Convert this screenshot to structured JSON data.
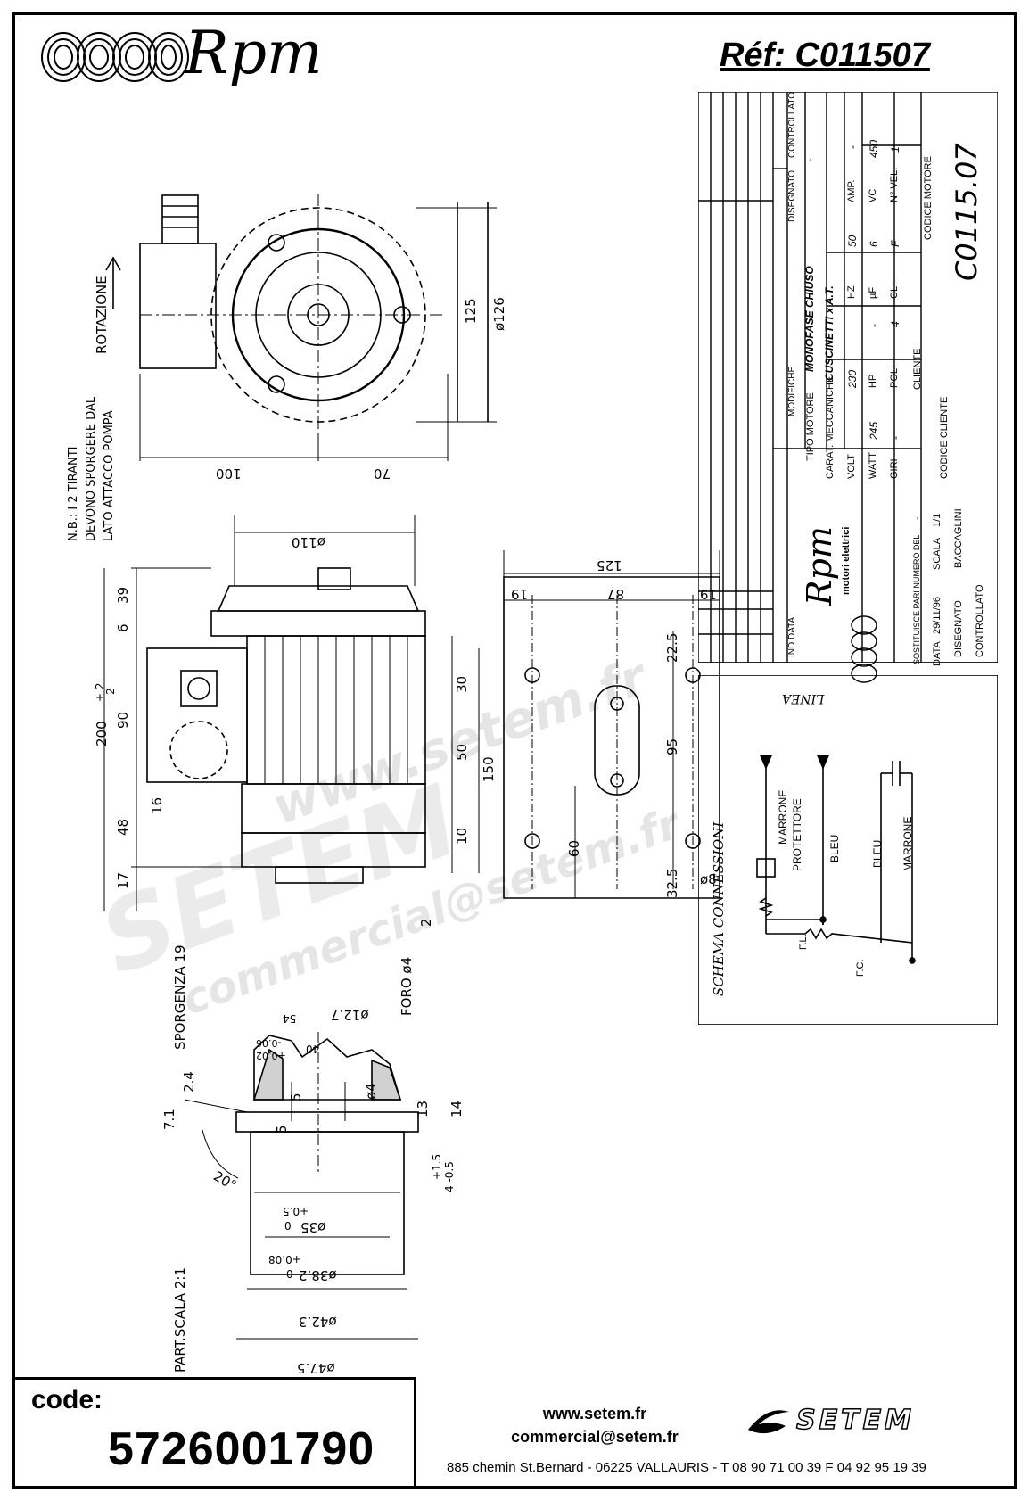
{
  "header": {
    "brand": "Rpm",
    "ref": "Réf:  C011507"
  },
  "drawing": {
    "rotation_label": "ROTAZIONE",
    "note": [
      "N.B.: I 2 TIRANTI",
      "DEVONO SPORGERE DAL",
      "LATO ATTACCO POMPA"
    ],
    "front_dims": [
      "100",
      "70",
      "125",
      "ø126"
    ],
    "side_dims": [
      "ø110",
      "39",
      "6",
      "90",
      "48",
      "17",
      "16",
      "200",
      "+ 2",
      "- 2",
      "30",
      "50",
      "150",
      "10",
      "2"
    ],
    "side_labels": [
      "SPORGENZA 19",
      "FORO ø4"
    ],
    "flange_dims": [
      "125",
      "19",
      "87",
      "19",
      "22.5",
      "95",
      "60",
      "32.5",
      "ø8"
    ],
    "detail_dims": [
      "ø12.7",
      "54",
      "40",
      "+0.02",
      "-0.06",
      "5",
      "ø4",
      "13",
      "14",
      "2.4",
      "7.1",
      "5",
      "20°",
      "+1.5",
      "4 -0.5",
      "ø35",
      "+0.5",
      "0",
      "ø38.2",
      "+0.08",
      "0",
      "ø42.3",
      "ø47.5"
    ],
    "detail_label": "PART.SCALA 2:1"
  },
  "title_block": {
    "rev_headers": [
      "IND",
      "DATA",
      "MODIFICHE",
      "DISEGNATO",
      "CONTROLLATO"
    ],
    "dash": "-",
    "tipo_motore_label": "TIPO MOTORE",
    "tipo_motore": "MONOFASE CHIUSO",
    "carat_label": "CARAT. MECCANICHE",
    "carat": "CUSCINETTI x A.T.",
    "volt_label": "VOLT",
    "volt": "230",
    "hz_label": "HZ",
    "hz": "50",
    "amp_label": "AMP.",
    "amp": "-",
    "watt_label": "WATT",
    "watt": "245",
    "hp_label": "HP",
    "hp": "-",
    "uf_label": "µF",
    "uf": "6",
    "vc_label": "VC",
    "vc": "450",
    "giri_label": "GIRI",
    "giri": "-",
    "poli_label": "POLI",
    "poli": "4",
    "cl_label": "CL.",
    "cl": "F",
    "nvel_label": "N° VEL.",
    "nvel": "1",
    "cliente_label": "CLIENTE",
    "codice_cliente_label": "CODICE CLIENTE",
    "codice_motore_label": "CODICE MOTORE",
    "codice_motore": "C0115.07",
    "company": "Rpm",
    "company_sub": "motori elettrici",
    "sostituisce_label": "SOSTITUISCE PARI NUMERO DEL",
    "sostituisce": "-",
    "data_label": "DATA",
    "data": "29/11/96",
    "scala_label": "SCALA",
    "scala": "1/1",
    "disegnato_label": "DISEGNATO",
    "disegnato": "BACCAGLINI",
    "controllato_label": "CONTROLLATO"
  },
  "schema": {
    "title": "SCHEMA CONNESSIONI",
    "linea": "LINEA",
    "wires": [
      "MARRONE",
      "PROTETTORE",
      "BLEU",
      "BLEU",
      "MARRONE"
    ],
    "fl": "F.L.",
    "fc": "F.C."
  },
  "watermark": {
    "site": "www.setem.fr",
    "name": "SETEM",
    "mail": "commercial@setem.fr"
  },
  "footer": {
    "code_label": "code:",
    "code": "5726001790",
    "web": "www.setem.fr",
    "email": "commercial@setem.fr",
    "address": "885 chemin St.Bernard  -  06225 VALLAURIS  -  T 08 90 71 00 39   F 04 92 95 19 39",
    "brand": "SETEM"
  }
}
